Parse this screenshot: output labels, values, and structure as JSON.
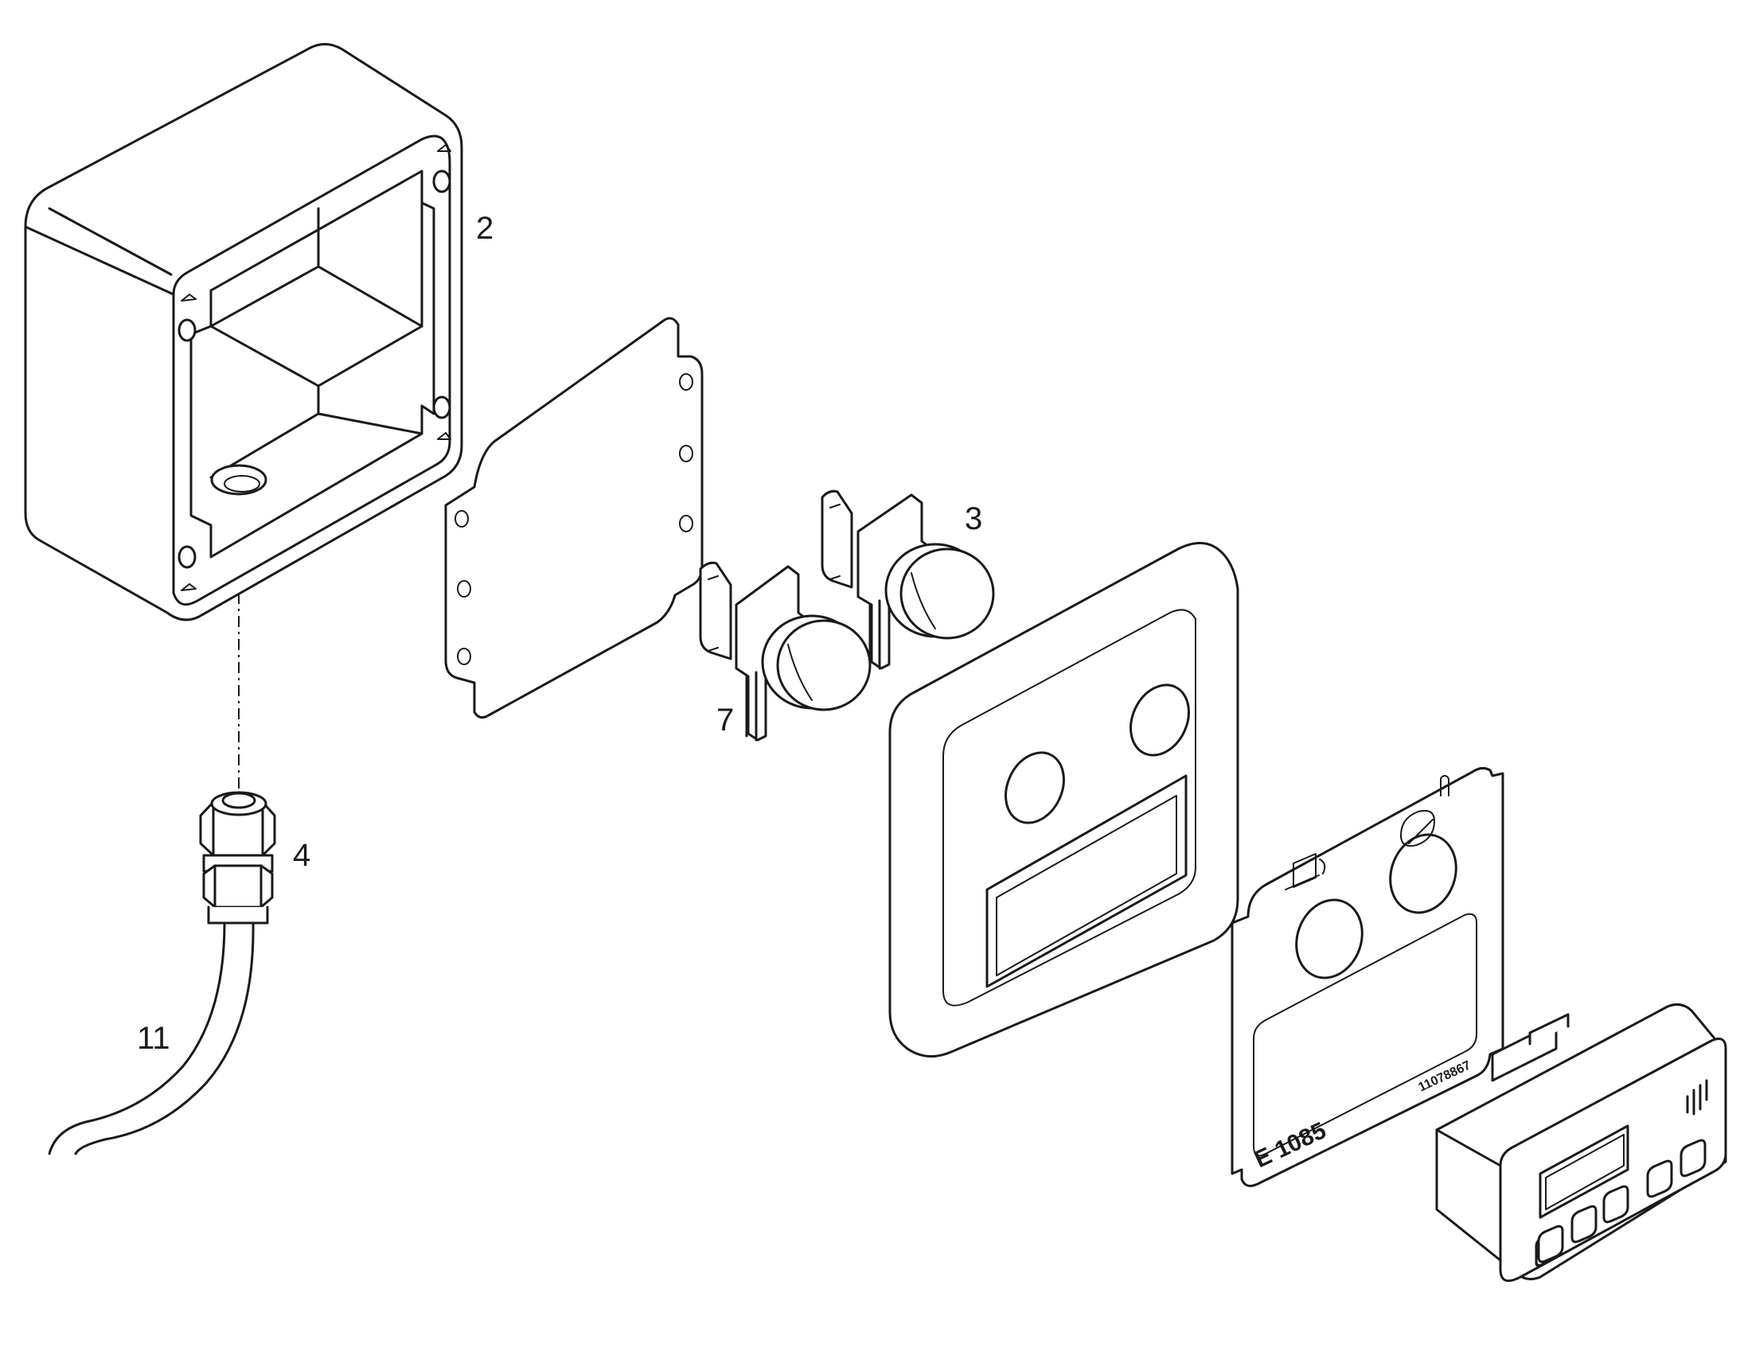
{
  "callouts": {
    "housing": "2",
    "switch_right": "3",
    "cable_gland": "4",
    "switch_left": "7",
    "cable": "11"
  },
  "face_plate": {
    "model_text": "E 1085",
    "part_number": "11078867"
  },
  "colors": {
    "line": "#1a1a1a",
    "background": "#ffffff"
  }
}
